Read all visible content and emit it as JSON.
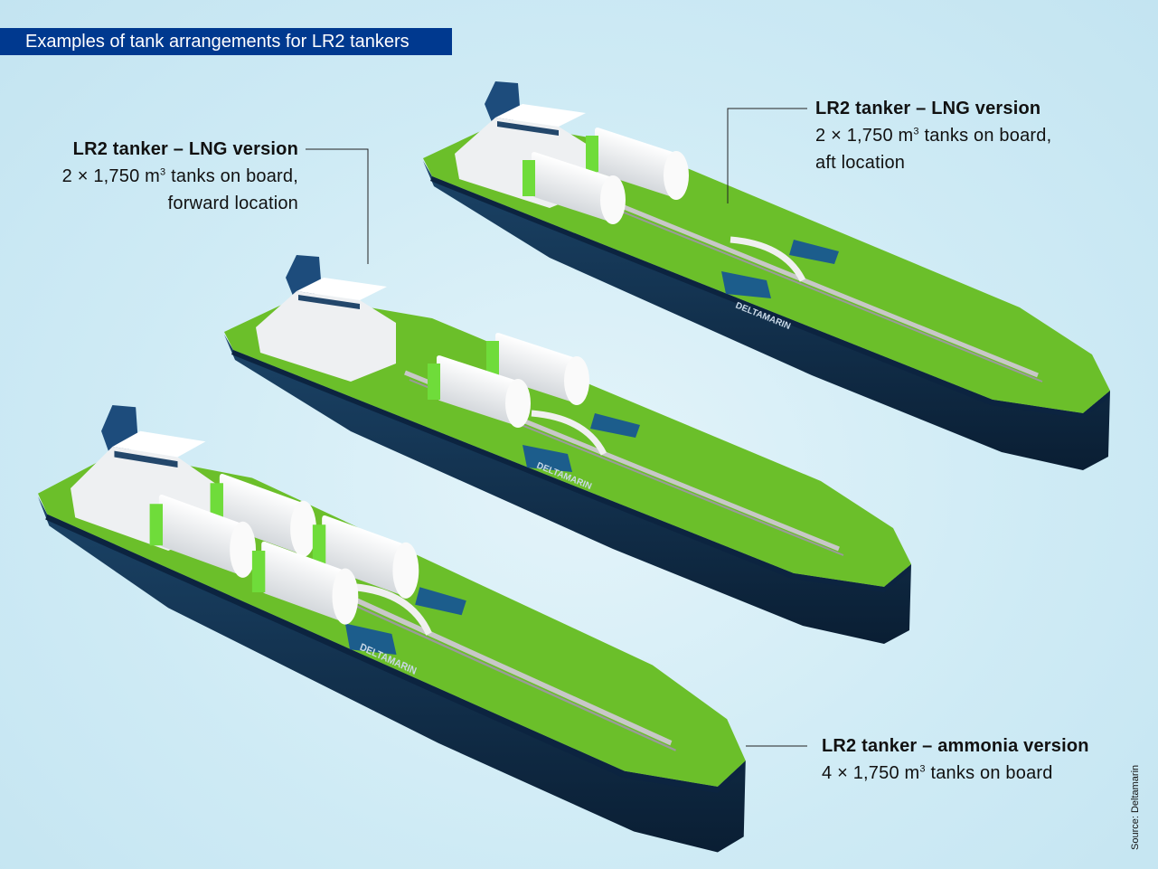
{
  "title": "Examples of tank arrangements for LR2 tankers",
  "labels": [
    {
      "heading": "LR2 tanker – LNG version",
      "line1_pre": "2 × 1,750 m",
      "sup": "3",
      "line1_post": " tanks on board,",
      "line2": "forward location"
    },
    {
      "heading": "LR2 tanker – LNG version",
      "line1_pre": "2 × 1,750 m",
      "sup": "3",
      "line1_post": " tanks on board,",
      "line2": "aft location"
    },
    {
      "heading": "LR2 tanker – ammonia version",
      "line1_pre": "4 × 1,750 m",
      "sup": "3",
      "line1_post": " tanks on board"
    }
  ],
  "hull_logo": "DELTAMARIN",
  "source": "Source: Deltamarin",
  "colors": {
    "title_bg": "#00398f",
    "hull": "#0f2d4a",
    "deck": "#6bbf2a",
    "tank": "#f2f2f2"
  }
}
